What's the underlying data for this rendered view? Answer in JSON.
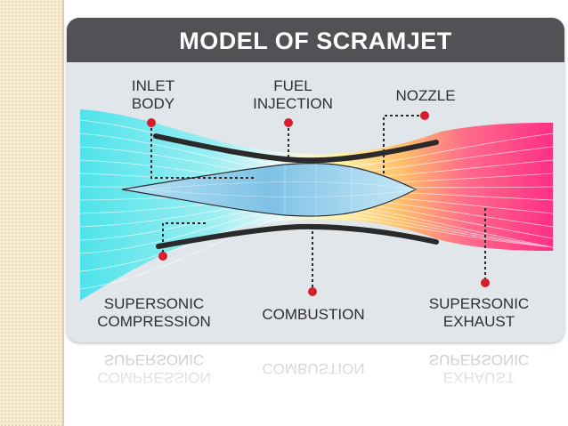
{
  "title": "MODEL OF SCRAMJET",
  "labels": {
    "inlet_body": [
      "INLET",
      "BODY"
    ],
    "fuel_injection": [
      "FUEL",
      "INJECTION"
    ],
    "nozzle": [
      "NOZZLE"
    ],
    "supersonic_compression": [
      "SUPERSONIC",
      "COMPRESSION"
    ],
    "combustion": [
      "COMBUSTION"
    ],
    "supersonic_exhaust": [
      "SUPERSONIC",
      "EXHAUST"
    ]
  },
  "colors": {
    "header": "#505255",
    "panel": "#e1e6ea",
    "inflow": "#4fe3ea",
    "body": "#8fc7e6",
    "exhaust": "#ff2f86",
    "leader_dot": "#d61f2b"
  }
}
